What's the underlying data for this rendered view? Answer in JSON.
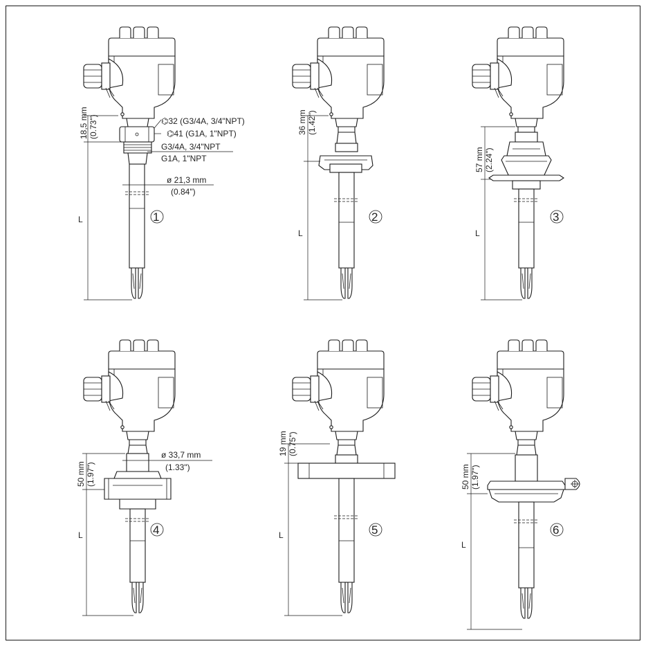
{
  "variants": [
    {
      "number": "1",
      "dim_top": "18,5 mm",
      "dim_top_in": "(0.73\")",
      "hex_1": "⌬32 (G3/4A, 3/4\"NPT)",
      "hex_2": "⌬41 (G1A, 1\"NPT)",
      "thread_1": "G3/4A, 3/4\"NPT",
      "thread_2": "G1A, 1\"NPT",
      "tube_dia": "ø 21,3 mm",
      "tube_dia_in": "(0.84\")",
      "length": "L"
    },
    {
      "number": "2",
      "dim_top": "36 mm",
      "dim_top_in": "(1.42\")",
      "length": "L"
    },
    {
      "number": "3",
      "dim_top": "57 mm",
      "dim_top_in": "(2.24\")",
      "length": "L"
    },
    {
      "number": "4",
      "dim_top": "50 mm",
      "dim_top_in": "(1.97\")",
      "tube_dia": "ø 33,7 mm",
      "tube_dia_in": "(1.33\")",
      "length": "L"
    },
    {
      "number": "5",
      "dim_top": "19 mm",
      "dim_top_in": "(0.75\")",
      "length": "L"
    },
    {
      "number": "6",
      "dim_top": "50 mm",
      "dim_top_in": "(1.97\")",
      "length": "L"
    }
  ]
}
